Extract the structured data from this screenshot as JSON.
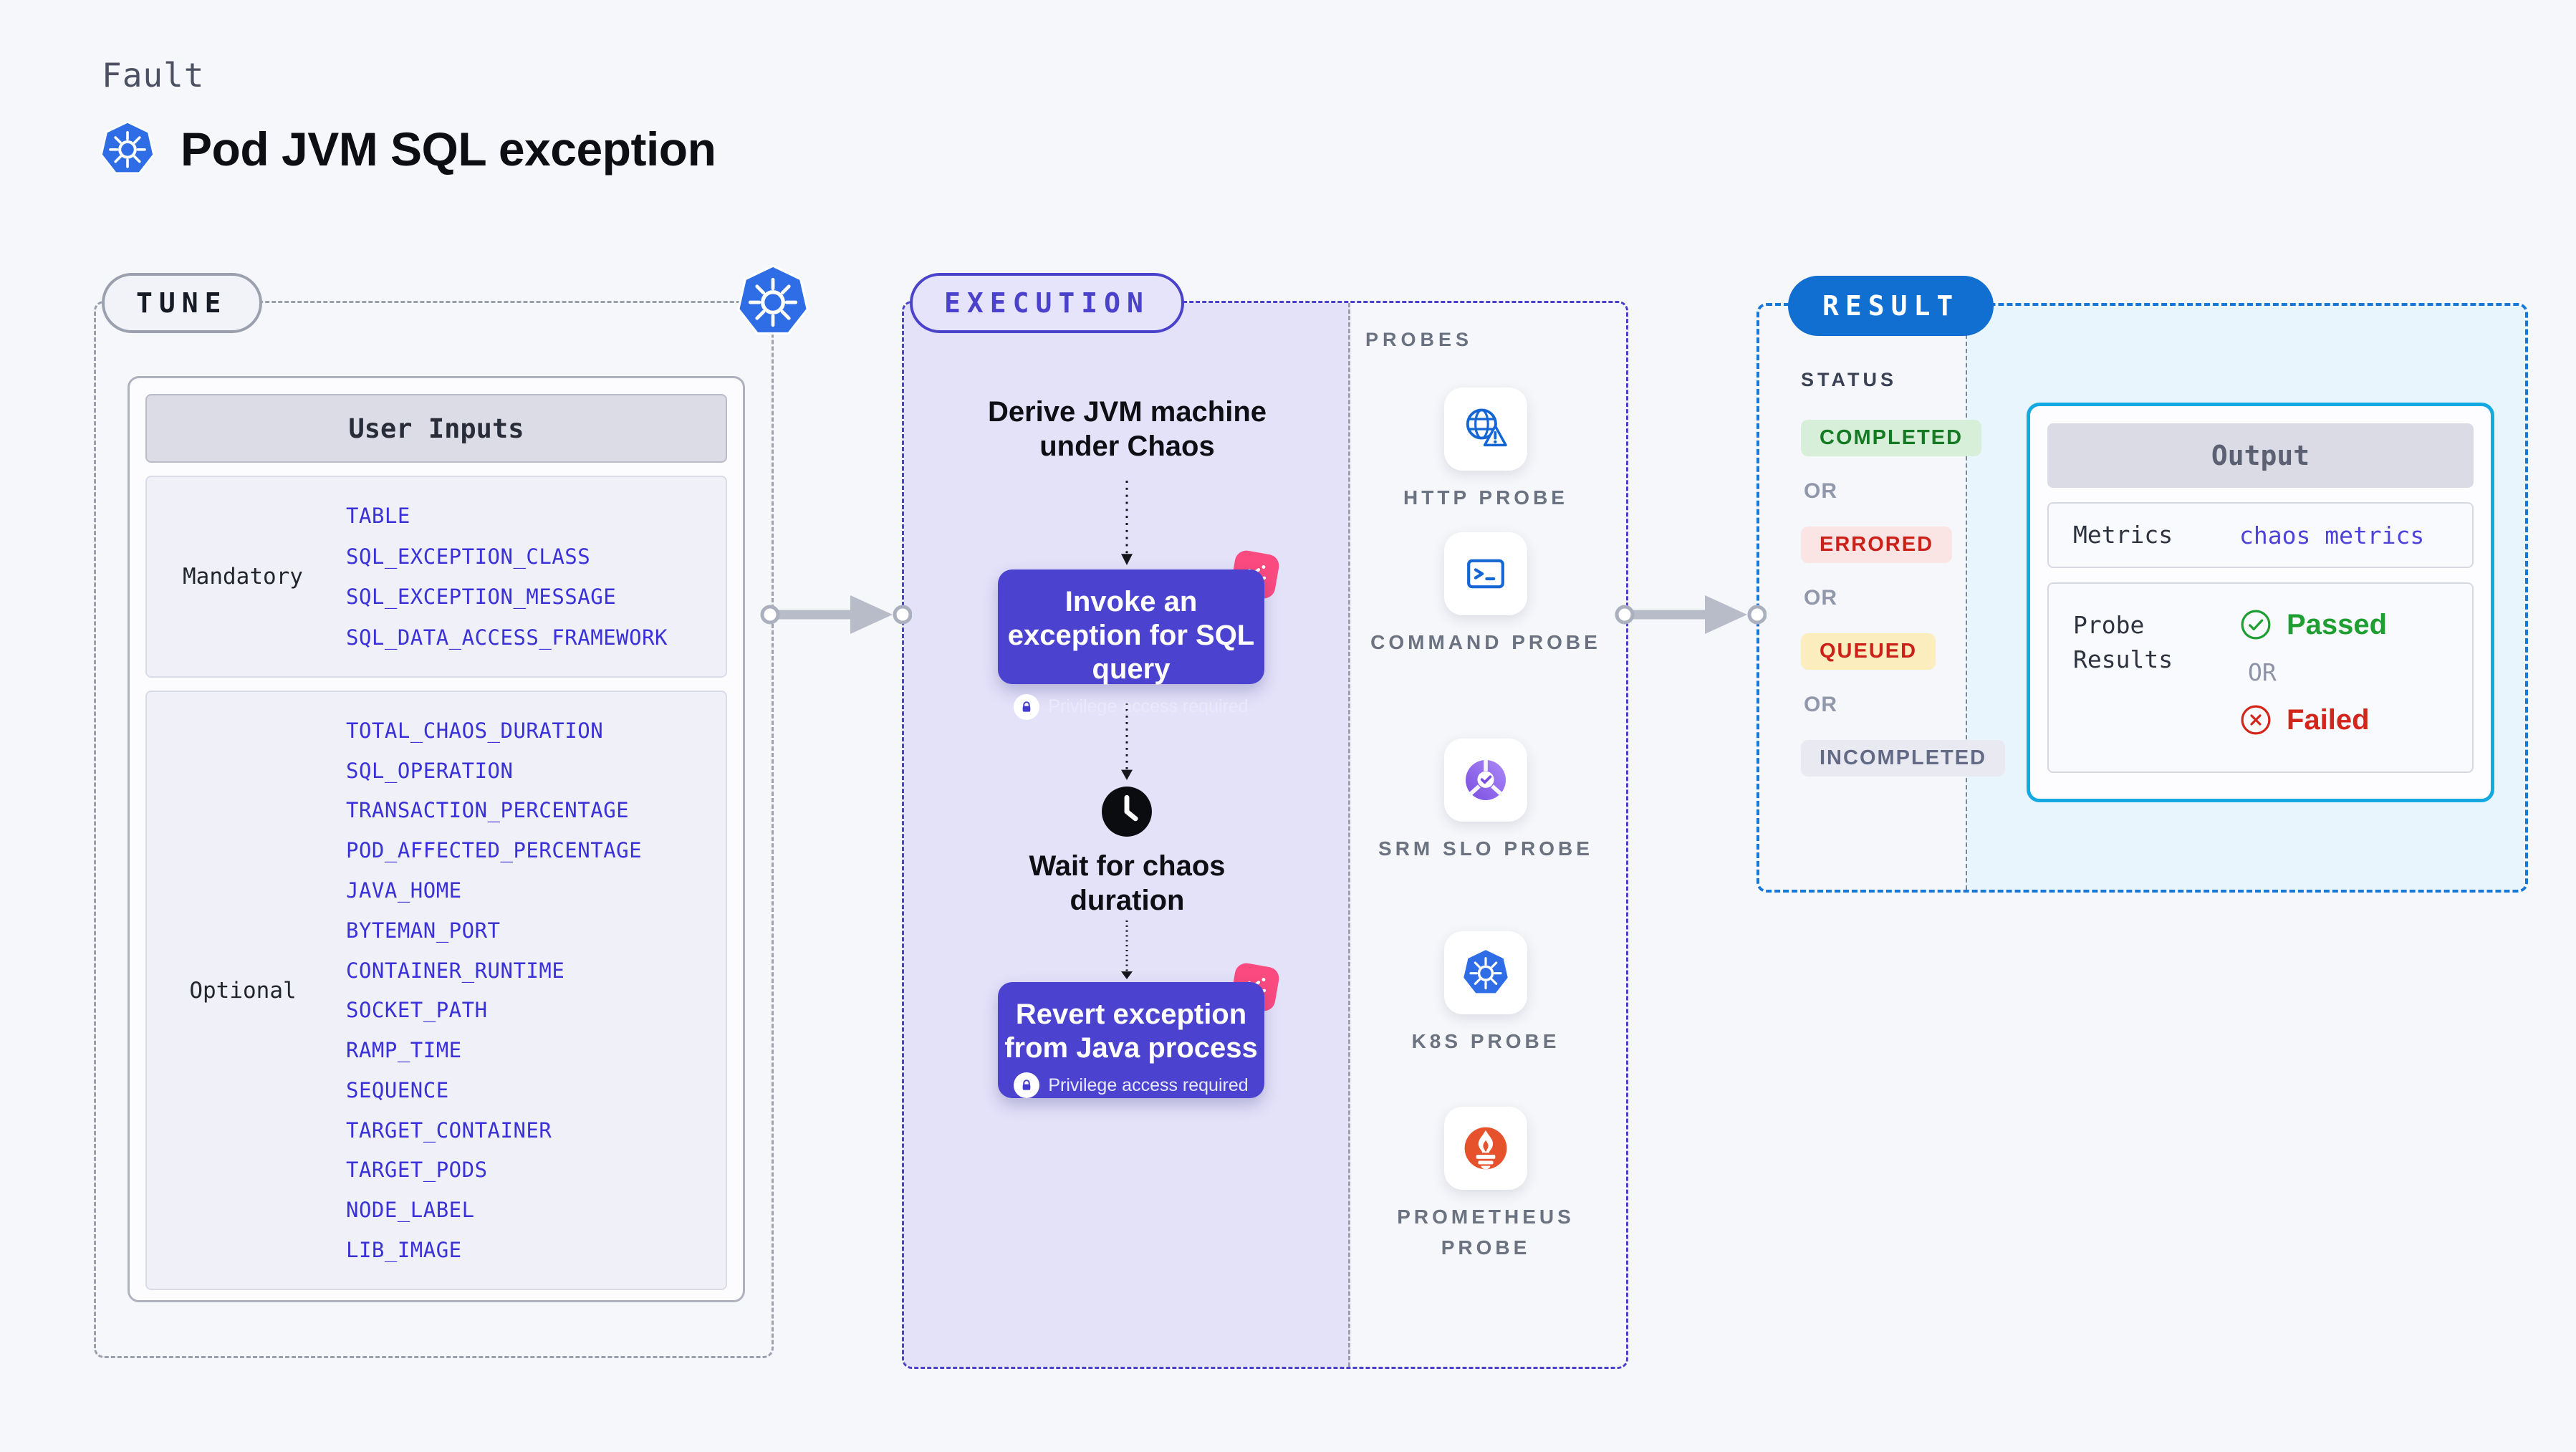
{
  "header": {
    "category": "Fault",
    "title": "Pod JVM SQL exception"
  },
  "tune": {
    "pill": "TUNE",
    "user_inputs_title": "User Inputs",
    "mandatory": {
      "label": "Mandatory",
      "params": [
        "TABLE",
        "SQL_EXCEPTION_CLASS",
        "SQL_EXCEPTION_MESSAGE",
        "SQL_DATA_ACCESS_FRAMEWORK"
      ]
    },
    "optional": {
      "label": "Optional",
      "params": [
        "TOTAL_CHAOS_DURATION",
        "SQL_OPERATION",
        "TRANSACTION_PERCENTAGE",
        "POD_AFFECTED_PERCENTAGE",
        "JAVA_HOME",
        "BYTEMAN_PORT",
        "CONTAINER_RUNTIME",
        "SOCKET_PATH",
        "RAMP_TIME",
        "SEQUENCE",
        "TARGET_CONTAINER",
        "TARGET_PODS",
        "NODE_LABEL",
        "LIB_IMAGE"
      ]
    }
  },
  "execution": {
    "pill": "EXECUTION",
    "derive_step": "Derive JVM machine under Chaos",
    "invoke_step": {
      "title": "Invoke an exception for SQL query",
      "note": "Privilege access required"
    },
    "wait_step": "Wait for chaos duration",
    "revert_step": {
      "title": "Revert exception from Java process",
      "note": "Privilege access required"
    }
  },
  "probes": {
    "label": "PROBES",
    "items": [
      {
        "label": "HTTP PROBE",
        "icon": "globe-alert-icon"
      },
      {
        "label": "COMMAND PROBE",
        "icon": "terminal-icon"
      },
      {
        "label": "SRM SLO PROBE",
        "icon": "slo-donut-check-icon"
      },
      {
        "label": "K8S PROBE",
        "icon": "kubernetes-icon"
      },
      {
        "label": "PROMETHEUS PROBE",
        "icon": "prometheus-flame-icon"
      }
    ]
  },
  "result": {
    "pill": "RESULT",
    "status_label": "STATUS",
    "or_label": "OR",
    "statuses": [
      {
        "label": "COMPLETED",
        "text_color": "#157a24",
        "bg_color": "#d7efd8"
      },
      {
        "label": "ERRORED",
        "text_color": "#cc2119",
        "bg_color": "#fbe4e4"
      },
      {
        "label": "QUEUED",
        "text_color": "#cc2119",
        "bg_color": "#fcedbe"
      },
      {
        "label": "INCOMPLETED",
        "text_color": "#636a85",
        "bg_color": "#e9eaf1"
      }
    ],
    "output": {
      "title": "Output",
      "metrics_label": "Metrics",
      "metrics_value": "chaos metrics",
      "probe_results_label": "Probe Results",
      "passed": "Passed",
      "failed": "Failed"
    }
  },
  "colors": {
    "accent_indigo": "#4b43d0",
    "execution_lane_bg": "#e4e2f9",
    "result_border_blue": "#1778d8",
    "result_panel_bg": "#e8f5fc",
    "output_card_border": "#14a9e3",
    "param_text": "#3a32d8",
    "kubernetes_blue": "#2e6de5",
    "prometheus_orange": "#e6522c",
    "chaos_badge_pink": "#fb4a80",
    "passed_green": "#1f9e31",
    "failed_red": "#d3261a"
  }
}
